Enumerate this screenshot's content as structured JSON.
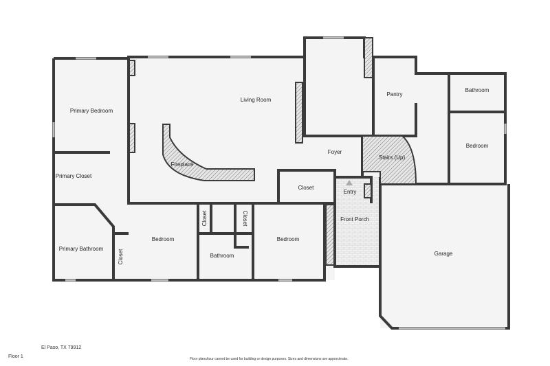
{
  "rooms": {
    "primary_bedroom": "Primary Bedroom",
    "living_room": "Living Room",
    "pantry": "Pantry",
    "bathroom_top": "Bathroom",
    "bedroom_right": "Bedroom",
    "foyer": "Foyer",
    "stairs": "Stairs (Up)",
    "fireplace": "Fireplace",
    "primary_closet": "Primary Closet",
    "closet_foyer": "Closet",
    "entry": "Entry",
    "front_porch": "Front Porch",
    "closet_a": "Closet",
    "closet_b": "Closet",
    "primary_bathroom": "Primary Bathroom",
    "bedroom_mid": "Bedroom",
    "bathroom_mid": "Bathroom",
    "bedroom_south": "Bedroom",
    "closet_c": "Closet",
    "garage": "Garage"
  },
  "footer": {
    "address": "El Paso, TX 79912",
    "floor": "Floor 1",
    "disclaimer": "Floor plans/tour cannot be used for building or design purposes. Sizes and dimensions are approximate."
  }
}
